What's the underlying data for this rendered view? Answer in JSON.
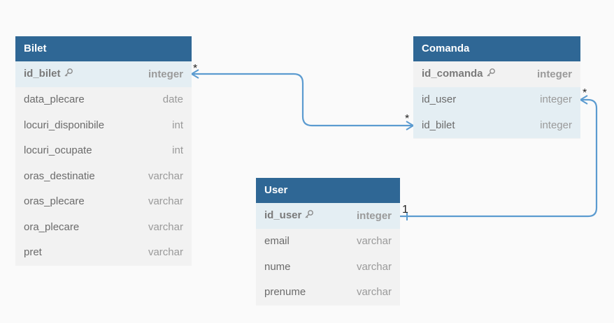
{
  "tables": {
    "bilet": {
      "name": "Bilet",
      "fields": [
        {
          "name": "id_bilet",
          "type": "integer",
          "pk": true
        },
        {
          "name": "data_plecare",
          "type": "date"
        },
        {
          "name": "locuri_disponibile",
          "type": "int"
        },
        {
          "name": "locuri_ocupate",
          "type": "int"
        },
        {
          "name": "oras_destinatie",
          "type": "varchar"
        },
        {
          "name": "oras_plecare",
          "type": "varchar"
        },
        {
          "name": "ora_plecare",
          "type": "varchar"
        },
        {
          "name": "pret",
          "type": "varchar"
        }
      ]
    },
    "comanda": {
      "name": "Comanda",
      "fields": [
        {
          "name": "id_comanda",
          "type": "integer",
          "pk": true
        },
        {
          "name": "id_user",
          "type": "integer"
        },
        {
          "name": "id_bilet",
          "type": "integer"
        }
      ]
    },
    "user": {
      "name": "User",
      "fields": [
        {
          "name": "id_user",
          "type": "integer",
          "pk": true
        },
        {
          "name": "email",
          "type": "varchar"
        },
        {
          "name": "nume",
          "type": "varchar"
        },
        {
          "name": "prenume",
          "type": "varchar"
        }
      ]
    }
  },
  "relations": {
    "bilet_comanda": {
      "from_label": "*",
      "to_label": "*"
    },
    "user_comanda": {
      "from_label": "1",
      "to_label": "*"
    }
  },
  "colors": {
    "header": "#2f6795",
    "link": "#5b9bd0",
    "highlight_row": "#e4eef3",
    "row": "#f2f2f2"
  }
}
